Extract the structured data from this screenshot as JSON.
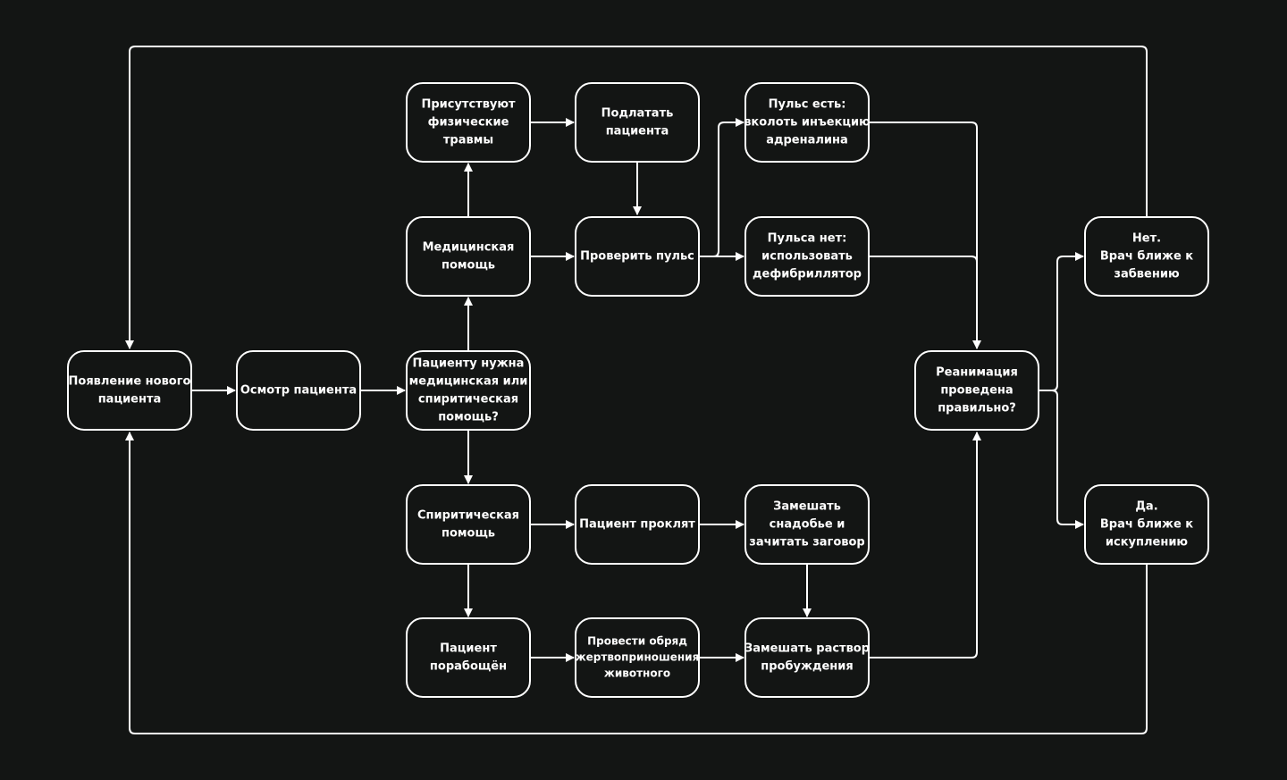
{
  "nodes": {
    "new_patient": {
      "lines": [
        "Появление нового",
        "пациента"
      ]
    },
    "exam": {
      "lines": [
        "Осмотр пациента"
      ]
    },
    "need": {
      "lines": [
        "Пациенту нужна",
        "медицинская или",
        "спиритическая",
        "помощь?"
      ]
    },
    "medical": {
      "lines": [
        "Медицинская",
        "помощь"
      ]
    },
    "injuries": {
      "lines": [
        "Присутствуют",
        "физические",
        "травмы"
      ]
    },
    "patch": {
      "lines": [
        "Подлатать",
        "пациента"
      ]
    },
    "check_pulse": {
      "lines": [
        "Проверить пульс"
      ]
    },
    "pulse_yes": {
      "lines": [
        "Пульс есть:",
        "вколоть инъекцию",
        "адреналина"
      ]
    },
    "pulse_no": {
      "lines": [
        "Пульса нет:",
        "использовать",
        "дефибриллятор"
      ]
    },
    "spiritual": {
      "lines": [
        "Спиритическая",
        "помощь"
      ]
    },
    "cursed": {
      "lines": [
        "Пациент проклят"
      ]
    },
    "mix_herbs": {
      "lines": [
        "Замешать",
        "снадобье и",
        "зачитать заговор"
      ]
    },
    "enslaved": {
      "lines": [
        "Пациент",
        "порабощён"
      ]
    },
    "ritual": {
      "lines": [
        "Провести обряд",
        "жертвоприношения",
        "животного"
      ]
    },
    "awaken": {
      "lines": [
        "Замешать раствор",
        "пробуждения"
      ]
    },
    "reanim": {
      "lines": [
        "Реанимация",
        "проведена",
        "правильно?"
      ]
    },
    "no": {
      "lines": [
        "Нет.",
        "Врач ближе к",
        "забвению"
      ]
    },
    "yes": {
      "lines": [
        "Да.",
        "Врач ближе к",
        "искуплению"
      ]
    }
  },
  "colors": {
    "background": "#131514",
    "stroke": "#ffffff",
    "text": "#ffffff"
  }
}
